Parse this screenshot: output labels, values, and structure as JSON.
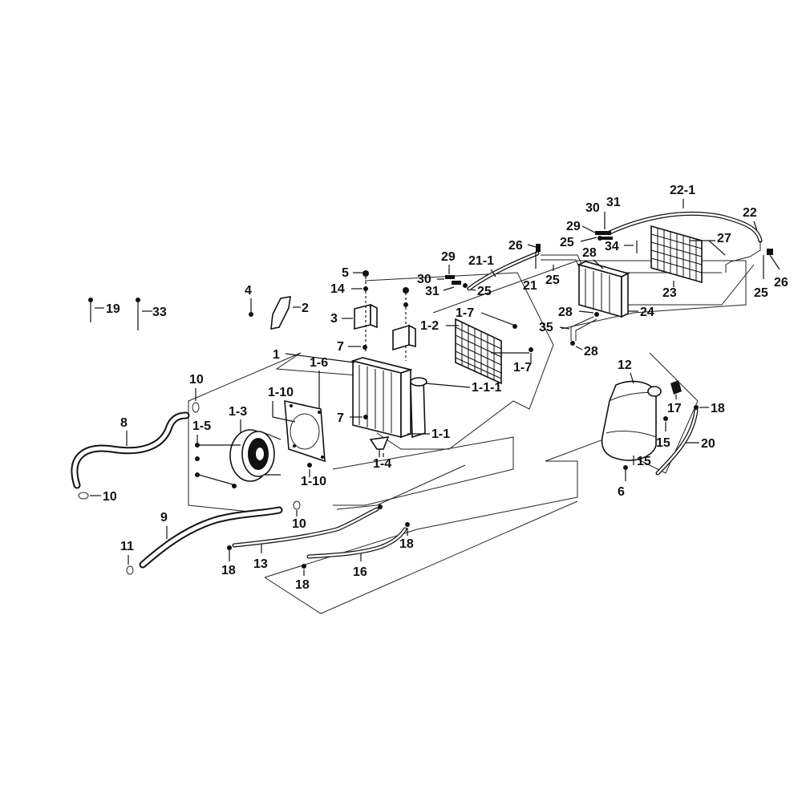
{
  "diagram": {
    "callouts": [
      "1",
      "1-1",
      "1-1-1",
      "1-2",
      "1-3",
      "1-4",
      "1-5",
      "1-6",
      "1-7",
      "1-7",
      "1-10",
      "1-10",
      "2",
      "3",
      "4",
      "5",
      "6",
      "7",
      "7",
      "8",
      "9",
      "10",
      "10",
      "10",
      "11",
      "12",
      "13",
      "14",
      "15",
      "15",
      "16",
      "17",
      "18",
      "18",
      "18",
      "18",
      "19",
      "20",
      "21",
      "21-1",
      "22",
      "22-1",
      "23",
      "24",
      "25",
      "25",
      "25",
      "25",
      "26",
      "26",
      "27",
      "28",
      "28",
      "28",
      "29",
      "29",
      "30",
      "30",
      "31",
      "31",
      "33",
      "34",
      "35"
    ]
  },
  "labels": {
    "l19": "19",
    "l33": "33",
    "l4": "4",
    "l2": "2",
    "l5": "5",
    "l14": "14",
    "l3": "3",
    "l7a": "7",
    "l7b": "7",
    "l1": "1",
    "l1_6": "1-6",
    "l1_10a": "1-10",
    "l1_10b": "1-10",
    "l1_3": "1-3",
    "l1_5": "1-5",
    "l1_4": "1-4",
    "l1_1": "1-1",
    "l1_1_1": "1-1-1",
    "l1_2": "1-2",
    "l1_7a": "1-7",
    "l1_7b": "1-7",
    "l10a": "10",
    "l10b": "10",
    "l10c": "10",
    "l8": "8",
    "l9": "9",
    "l11": "11",
    "l13": "13",
    "l16": "16",
    "l18a": "18",
    "l18b": "18",
    "l18c": "18",
    "l18d": "18",
    "l29a": "29",
    "l30a": "30",
    "l31a": "31",
    "l25a": "25",
    "l21_1": "21-1",
    "l21": "21",
    "l26a": "26",
    "l25b": "25",
    "l30b": "30",
    "l31b": "31",
    "l29b": "29",
    "l25c": "25",
    "l34": "34",
    "l22_1": "22-1",
    "l22": "22",
    "l27": "27",
    "l28a": "28",
    "l23": "23",
    "l26b": "26",
    "l25d": "25",
    "l28b": "28",
    "l24": "24",
    "l35": "35",
    "l28c": "28",
    "l12": "12",
    "l17": "17",
    "l15a": "15",
    "l15b": "15",
    "l6": "6",
    "l20": "20"
  }
}
